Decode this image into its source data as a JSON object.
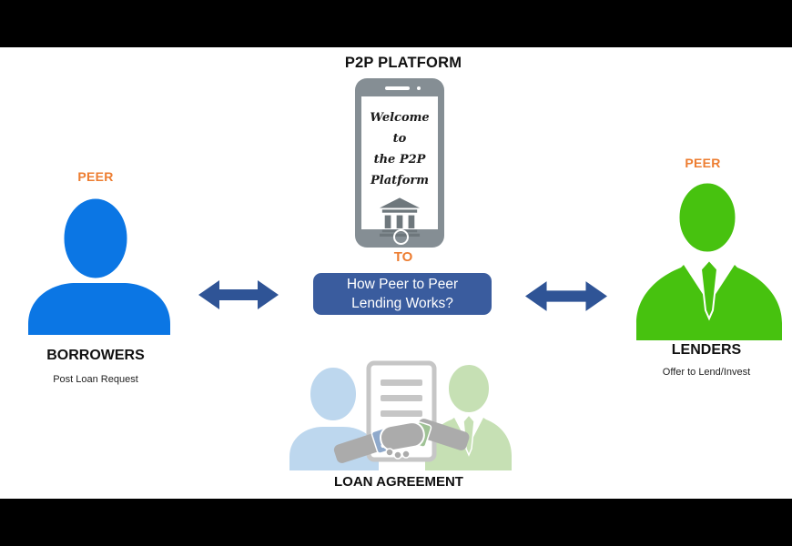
{
  "colors": {
    "background": "#000000",
    "canvas": "#FFFFFF",
    "orange": "#ED7D31",
    "arrow_blue": "#2F5496",
    "box_blue": "#3A5C9E",
    "person_blue": "#0B76E4",
    "person_green": "#47C20F",
    "phone_gray": "#858E94",
    "bank_gray": "#6E777C",
    "faded_blue": "#BDD7EE",
    "faded_green": "#C6E0B4",
    "doc_gray": "#C6C6C6",
    "hand_gray": "#ABABAB",
    "cuff_blue": "#8FA9CB",
    "cuff_green": "#9FC295"
  },
  "platform": {
    "title": "P2P PLATFORM",
    "phone_screen_lines": [
      "Welcome to",
      "the P2P",
      "Platform"
    ],
    "connector_label": "TO",
    "question_line1": "How Peer to Peer",
    "question_line2": "Lending Works?"
  },
  "borrowers": {
    "peer_label": "PEER",
    "title": "BORROWERS",
    "subtitle": "Post Loan Request"
  },
  "lenders": {
    "peer_label": "PEER",
    "title": "LENDERS",
    "subtitle": "Offer to Lend/Invest"
  },
  "agreement": {
    "title": "LOAN AGREEMENT"
  }
}
